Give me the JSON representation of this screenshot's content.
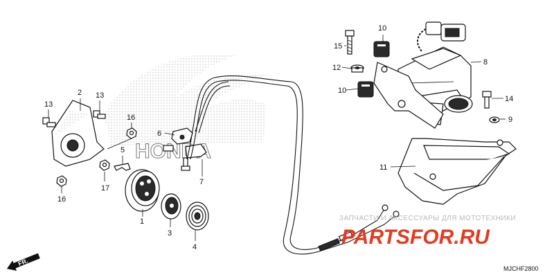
{
  "diagram": {
    "callouts": [
      "1",
      "2",
      "3",
      "4",
      "5",
      "6",
      "7",
      "8",
      "9",
      "10",
      "10",
      "11",
      "12",
      "13",
      "13",
      "14",
      "15",
      "16",
      "16",
      "17"
    ],
    "logo_text": "HONDA",
    "watermark": {
      "caption": "ЗАПЧАСТИ И АКСЕССУАРЫ ДЛЯ МОТОТЕХНИКИ",
      "site": "PARTSFOR.RU"
    },
    "direction_marker": "FR.",
    "figure_code": "MJCHF2800"
  }
}
